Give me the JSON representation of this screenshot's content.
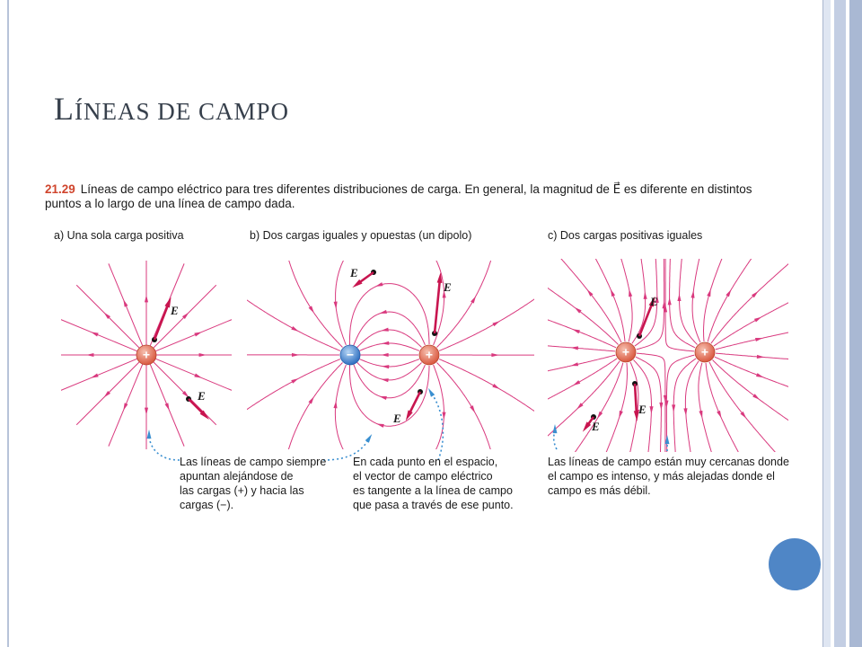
{
  "slide": {
    "title_initial": "L",
    "title_rest": "íneas de campo"
  },
  "figure": {
    "number": "21.29",
    "caption": "Líneas de campo eléctrico para tres diferentes distribuciones de carga. En general, la magnitud de E⃗ es diferente en distintos puntos a lo largo de una línea de campo dada.",
    "panels": [
      {
        "label": "a) Una sola carga positiva"
      },
      {
        "label": "b) Dos cargas iguales y opuestas (un dipolo)"
      },
      {
        "label": "c) Dos cargas positivas iguales"
      }
    ],
    "vector_label": "E⃗",
    "charge_plus": "+",
    "charge_minus": "−",
    "annotations": {
      "left": [
        "Las líneas de campo siempre",
        "apuntan alejándose de",
        "las cargas (+) y hacia las",
        "cargas (−)."
      ],
      "middle": [
        "En cada punto en el espacio,",
        "el vector de campo eléctrico",
        "es tangente a la línea de campo",
        "que pasa a través de ese punto."
      ],
      "right": [
        "Las líneas de campo están muy cercanas donde",
        "el campo es intenso, y más alejadas donde el",
        "campo es más débil."
      ]
    }
  },
  "colors": {
    "field_line": "#d9397e",
    "vector": "#c8154f",
    "positive_charge": "#e2705a",
    "negative_charge": "#4a8ed8",
    "caption_number": "#d0452d",
    "callout": "#3a8fd0",
    "title": "#37404c",
    "decor_circle": "#4f86c6"
  }
}
